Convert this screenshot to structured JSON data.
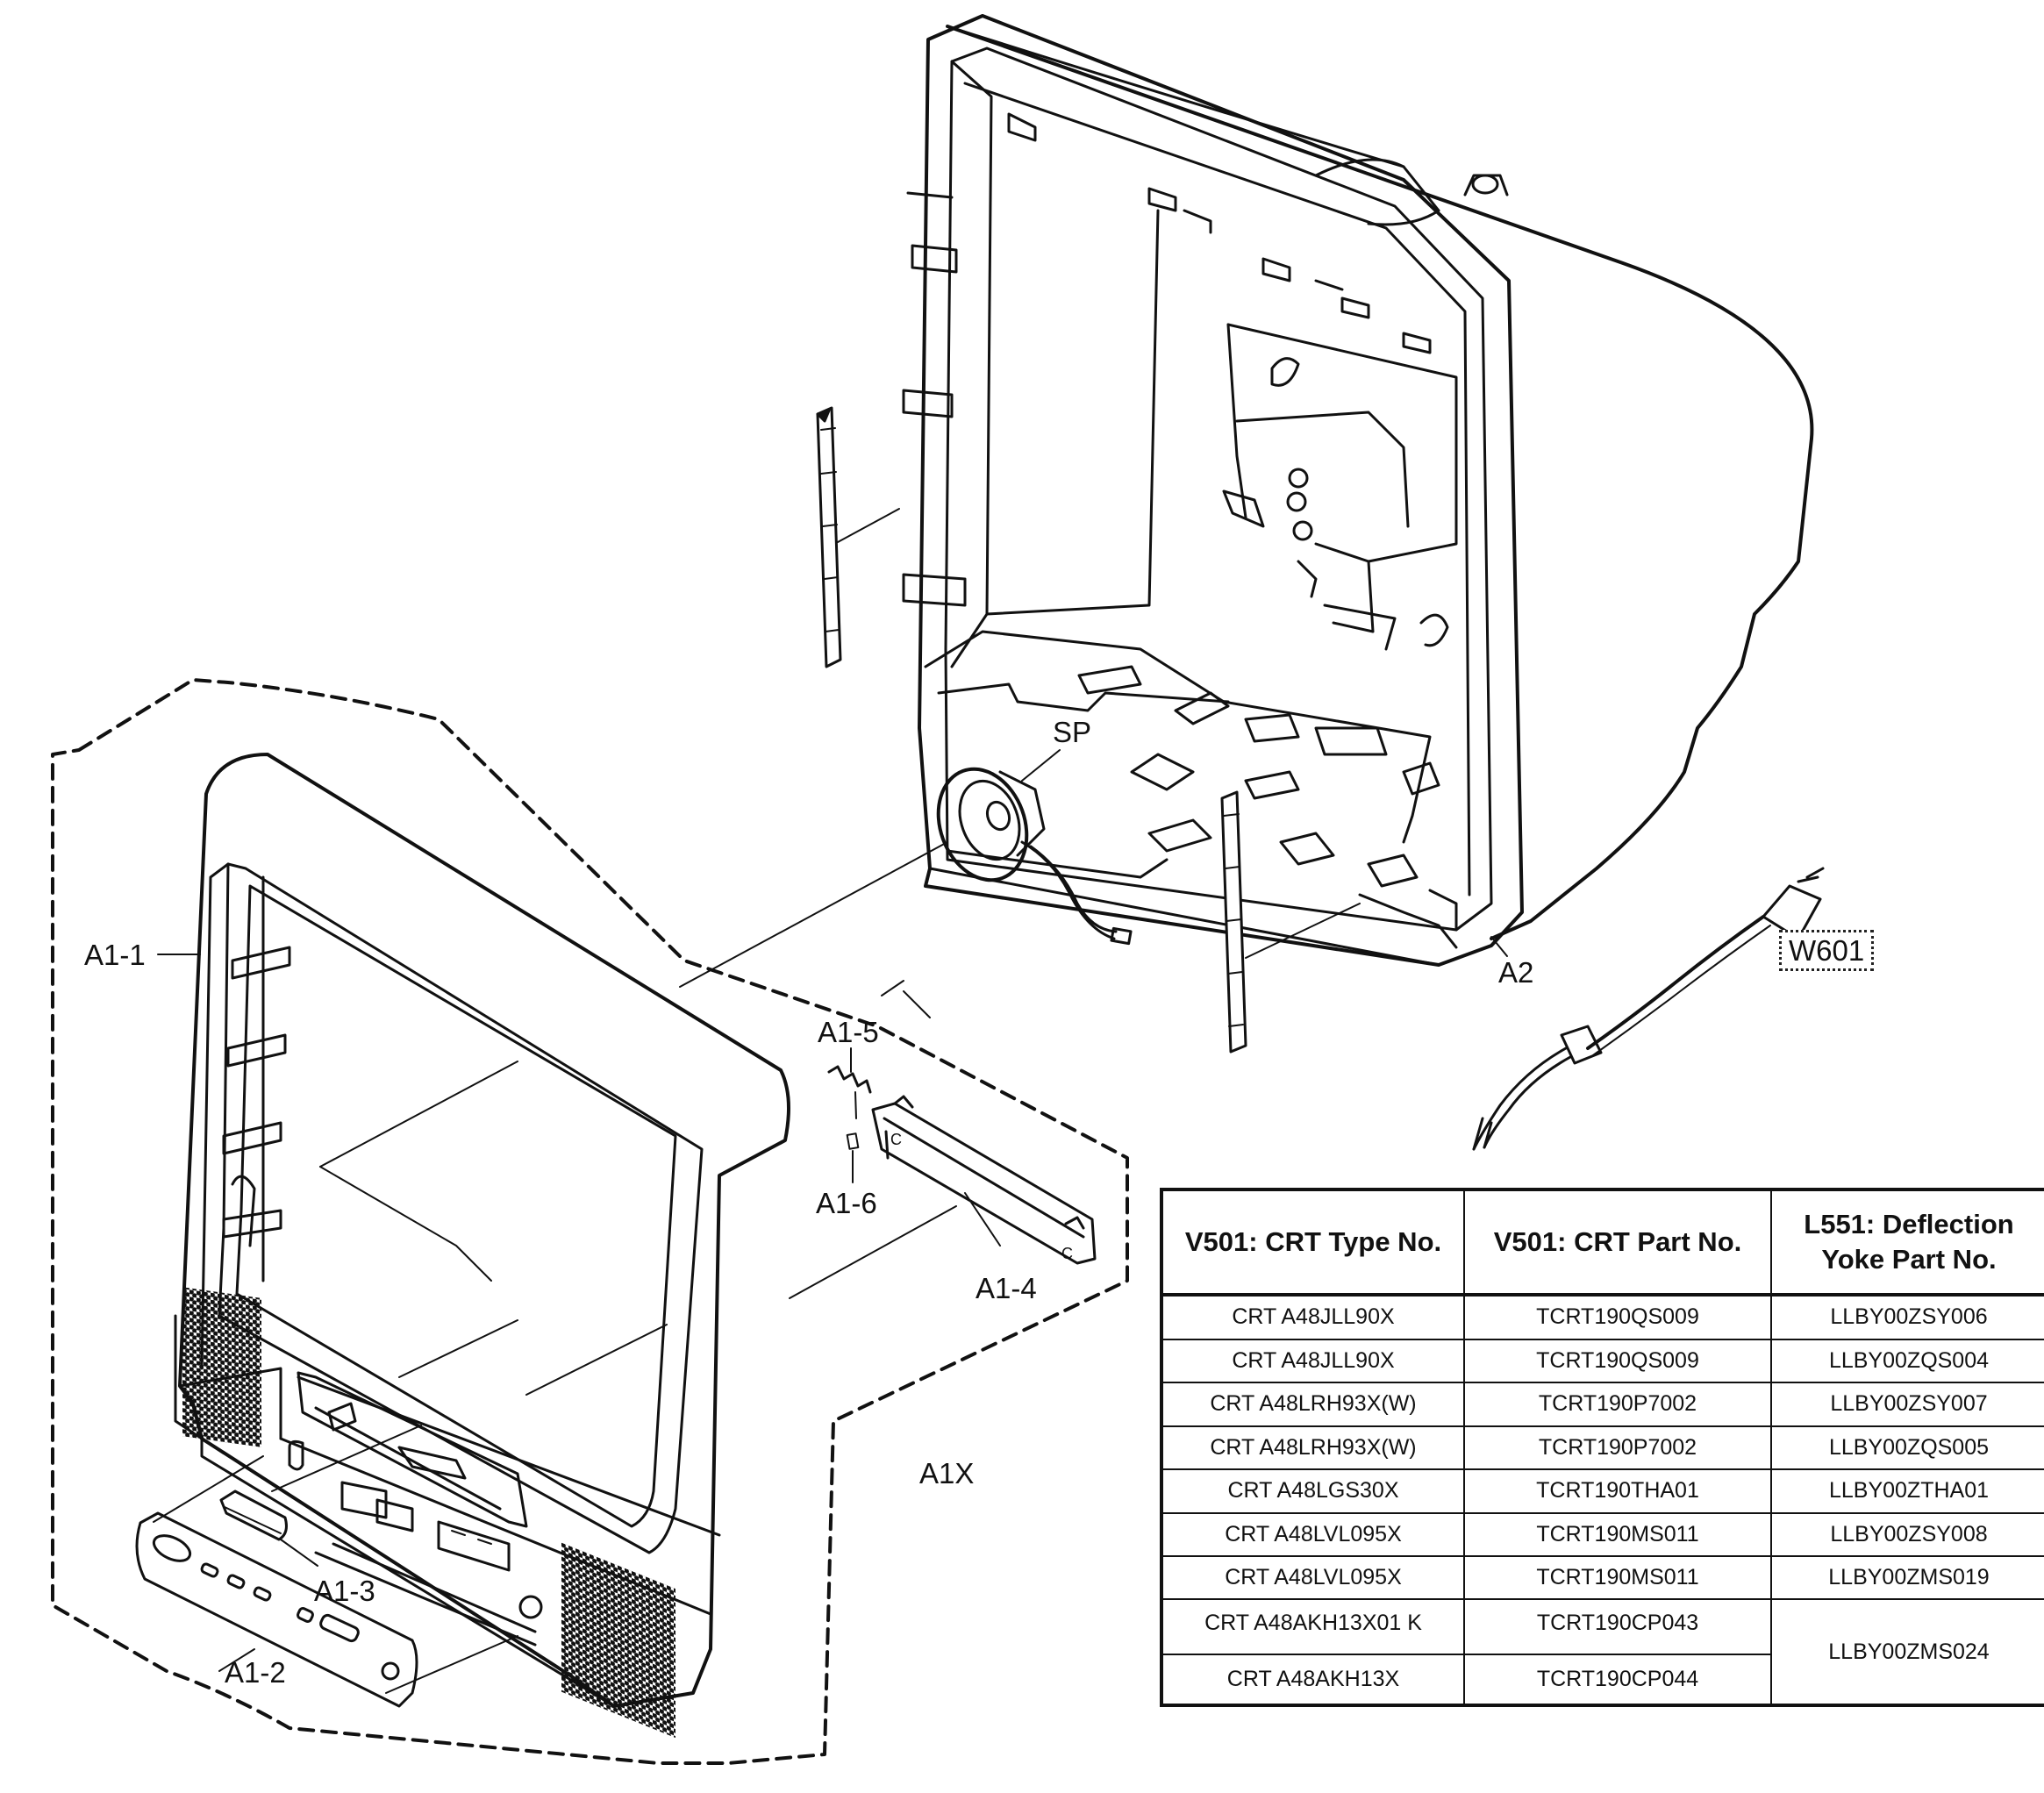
{
  "labels": {
    "sp": "SP",
    "a1_1": "A1-1",
    "a1_2": "A1-2",
    "a1_3": "A1-3",
    "a1_4": "A1-4",
    "a1_5": "A1-5",
    "a1_6": "A1-6",
    "a1x": "A1X",
    "a2": "A2",
    "w601": "W601"
  },
  "table": {
    "headers": [
      "V501: CRT Type No.",
      "V501: CRT Part No.",
      "L551: Deflection Yoke Part No."
    ],
    "rows": [
      [
        "CRT A48JLL90X",
        "TCRT190QS009",
        "LLBY00ZSY006"
      ],
      [
        "CRT A48JLL90X",
        "TCRT190QS009",
        "LLBY00ZQS004"
      ],
      [
        "CRT A48LRH93X(W)",
        "TCRT190P7002",
        "LLBY00ZSY007"
      ],
      [
        "CRT A48LRH93X(W)",
        "TCRT190P7002",
        "LLBY00ZQS005"
      ],
      [
        "CRT A48LGS30X",
        "TCRT190THA01",
        "LLBY00ZTHA01"
      ],
      [
        "CRT A48LVL095X",
        "TCRT190MS011",
        "LLBY00ZSY008"
      ],
      [
        "CRT A48LVL095X",
        "TCRT190MS011",
        "LLBY00ZMS019"
      ],
      [
        "CRT A48AKH13X01 K",
        "TCRT190CP043",
        ""
      ],
      [
        "CRT A48AKH13X",
        "TCRT190CP044",
        ""
      ]
    ],
    "merged_yoke": "LLBY00ZMS024"
  }
}
